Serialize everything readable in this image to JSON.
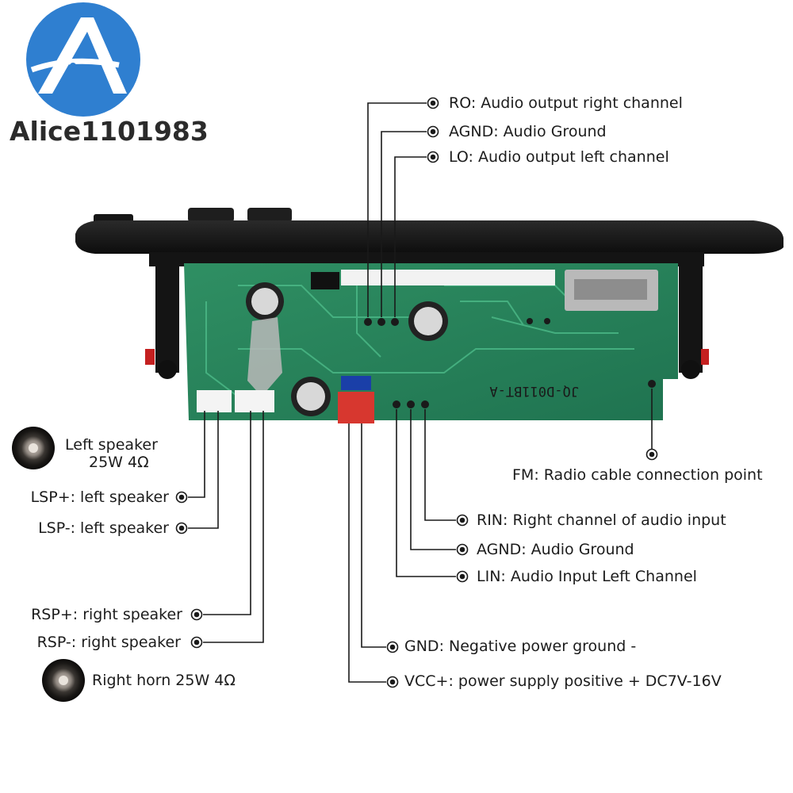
{
  "brand": "Alice1101983",
  "pcb_model": "JQ-D011BT-A",
  "labels": {
    "ro": "RO: Audio output right channel",
    "agnd_out": "AGND: Audio Ground",
    "lo": "LO: Audio output left channel",
    "fm": "FM: Radio cable connection point",
    "rin": "RIN: Right channel of audio input",
    "agnd_in": "AGND: Audio Ground",
    "lin": "LIN: Audio Input Left Channel",
    "gnd": "GND: Negative power ground -",
    "vcc": "VCC+: power supply positive + DC7V-16V",
    "left_speaker": "Left speaker",
    "left_speaker_spec": "25W 4Ω",
    "lsp_plus": "LSP+: left speaker",
    "lsp_minus": "LSP-: left speaker",
    "rsp_plus": "RSP+: right speaker",
    "rsp_minus": "RSP-: right speaker",
    "right_horn": "Right horn 25W 4Ω"
  },
  "icons": [
    "speaker-icon",
    "speaker-icon"
  ],
  "colors": {
    "logo_blue": "#2f7fd0",
    "pcb_green": "#2f8f63",
    "connector_red": "#d7372f"
  }
}
